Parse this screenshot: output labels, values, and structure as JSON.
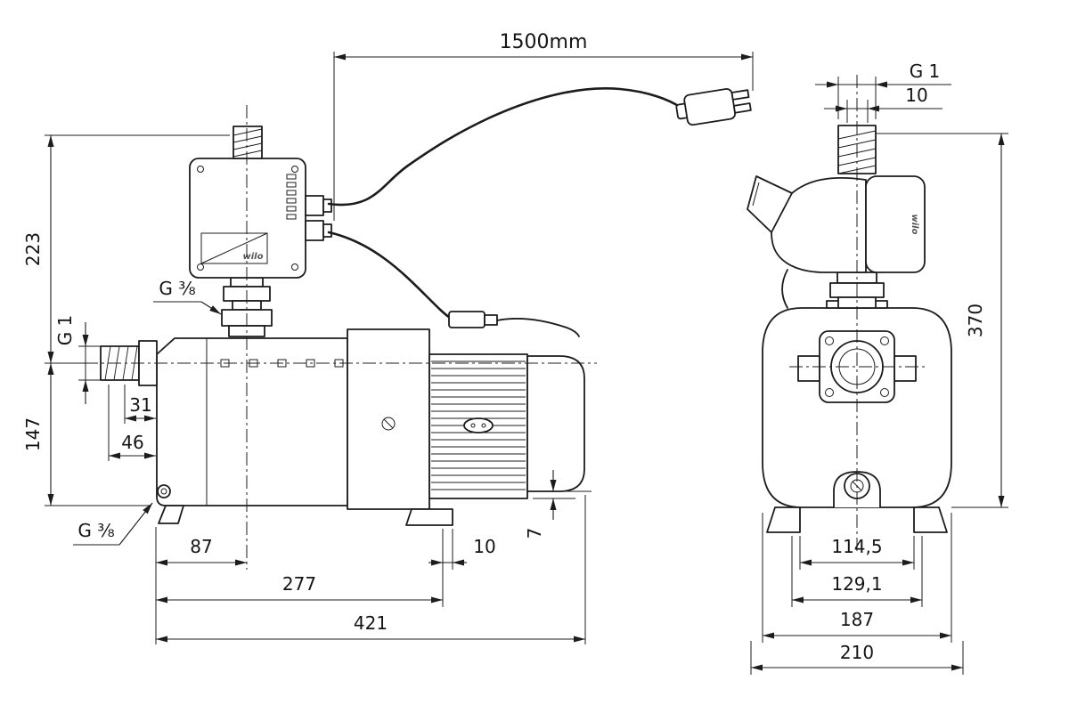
{
  "colors": {
    "line": "#1c1c1c",
    "bg": "#ffffff"
  },
  "front": {
    "dim_cable": "1500mm",
    "dim_h_top": "223",
    "dim_inlet": "G 1",
    "dim_h_bottom": "147",
    "dim_union": "G ³⁄₈",
    "dim_31": "31",
    "dim_46": "46",
    "dim_87": "87",
    "dim_277": "277",
    "dim_421": "421",
    "dim_10": "10",
    "dim_7": "7",
    "dim_drain": "G ³⁄₈",
    "brand": "wilo"
  },
  "side": {
    "dim_thread": "G 1",
    "dim_10": "10",
    "dim_height": "370",
    "dim_114": "114,5",
    "dim_129": "129,1",
    "dim_187": "187",
    "dim_210": "210",
    "brand": "wilo"
  }
}
